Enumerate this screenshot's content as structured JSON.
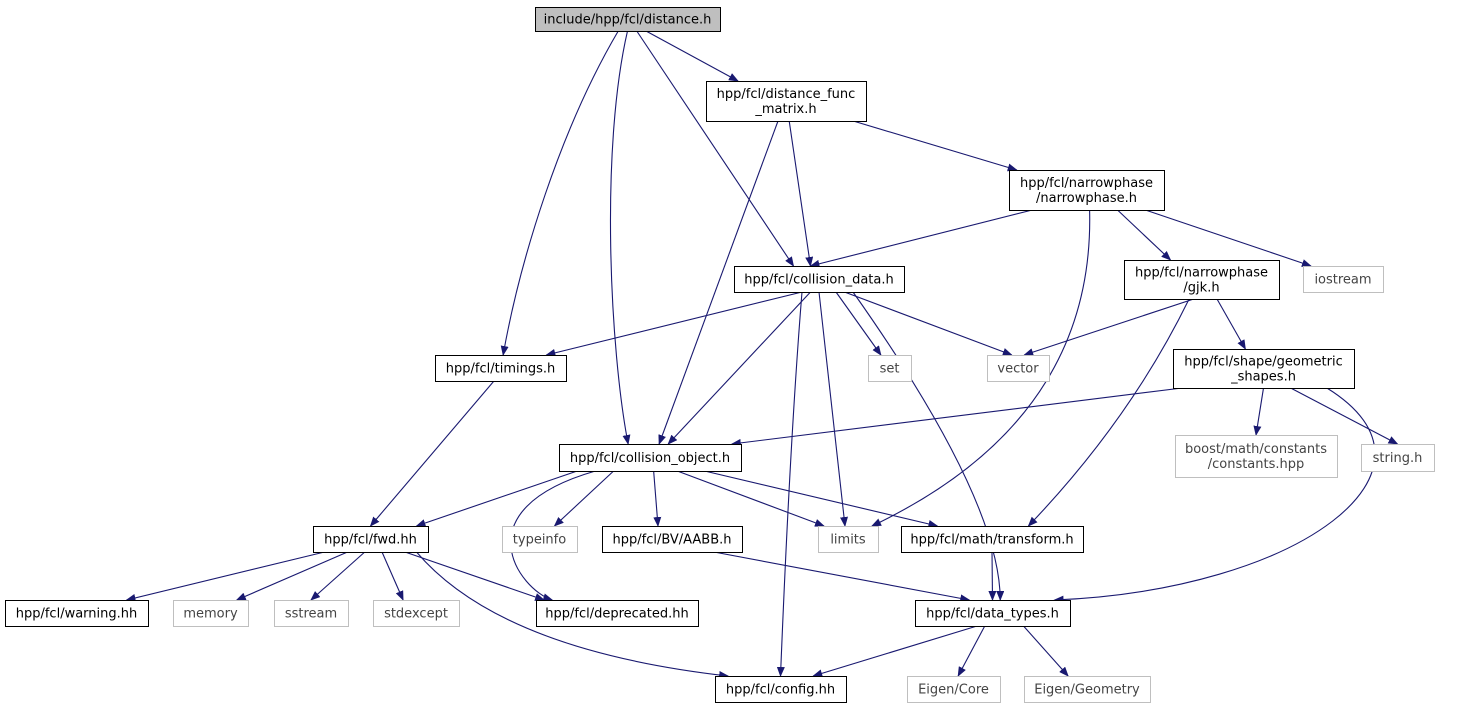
{
  "colors": {
    "edge": "#191970",
    "root_fill": "#bfbfbf",
    "root_stroke": "#000000",
    "node_fill": "#ffffff",
    "node_stroke": "#000000",
    "ext_stroke": "#bfbfbf"
  },
  "nodes": [
    {
      "id": "distance",
      "lines": [
        "include/hpp/fcl/distance.h"
      ],
      "kind": "root"
    },
    {
      "id": "distance_func_matrix",
      "lines": [
        "hpp/fcl/distance_func",
        "_matrix.h"
      ],
      "kind": "internal"
    },
    {
      "id": "narrowphase",
      "lines": [
        "hpp/fcl/narrowphase",
        "/narrowphase.h"
      ],
      "kind": "internal"
    },
    {
      "id": "collision_data",
      "lines": [
        "hpp/fcl/collision_data.h"
      ],
      "kind": "internal"
    },
    {
      "id": "gjk",
      "lines": [
        "hpp/fcl/narrowphase",
        "/gjk.h"
      ],
      "kind": "internal"
    },
    {
      "id": "iostream",
      "lines": [
        "iostream"
      ],
      "kind": "external"
    },
    {
      "id": "timings",
      "lines": [
        "hpp/fcl/timings.h"
      ],
      "kind": "internal"
    },
    {
      "id": "set",
      "lines": [
        "set"
      ],
      "kind": "external"
    },
    {
      "id": "vector",
      "lines": [
        "vector"
      ],
      "kind": "external"
    },
    {
      "id": "geometric_shapes",
      "lines": [
        "hpp/fcl/shape/geometric",
        "_shapes.h"
      ],
      "kind": "internal"
    },
    {
      "id": "collision_object",
      "lines": [
        "hpp/fcl/collision_object.h"
      ],
      "kind": "internal"
    },
    {
      "id": "boost_constants",
      "lines": [
        "boost/math/constants",
        "/constants.hpp"
      ],
      "kind": "external"
    },
    {
      "id": "string_h",
      "lines": [
        "string.h"
      ],
      "kind": "external"
    },
    {
      "id": "fwd",
      "lines": [
        "hpp/fcl/fwd.hh"
      ],
      "kind": "internal"
    },
    {
      "id": "typeinfo",
      "lines": [
        "typeinfo"
      ],
      "kind": "external"
    },
    {
      "id": "aabb",
      "lines": [
        "hpp/fcl/BV/AABB.h"
      ],
      "kind": "internal"
    },
    {
      "id": "limits",
      "lines": [
        "limits"
      ],
      "kind": "external"
    },
    {
      "id": "transform",
      "lines": [
        "hpp/fcl/math/transform.h"
      ],
      "kind": "internal"
    },
    {
      "id": "warning",
      "lines": [
        "hpp/fcl/warning.hh"
      ],
      "kind": "internal"
    },
    {
      "id": "memory",
      "lines": [
        "memory"
      ],
      "kind": "external"
    },
    {
      "id": "sstream",
      "lines": [
        "sstream"
      ],
      "kind": "external"
    },
    {
      "id": "stdexcept",
      "lines": [
        "stdexcept"
      ],
      "kind": "external"
    },
    {
      "id": "deprecated",
      "lines": [
        "hpp/fcl/deprecated.hh"
      ],
      "kind": "internal"
    },
    {
      "id": "data_types",
      "lines": [
        "hpp/fcl/data_types.h"
      ],
      "kind": "internal"
    },
    {
      "id": "config",
      "lines": [
        "hpp/fcl/config.hh"
      ],
      "kind": "internal"
    },
    {
      "id": "eigen_core",
      "lines": [
        "Eigen/Core"
      ],
      "kind": "external"
    },
    {
      "id": "eigen_geometry",
      "lines": [
        "Eigen/Geometry"
      ],
      "kind": "external"
    }
  ],
  "edges": [
    {
      "from": "distance",
      "to": "distance_func_matrix"
    },
    {
      "from": "distance",
      "to": "collision_data"
    },
    {
      "from": "distance",
      "to": "timings"
    },
    {
      "from": "distance",
      "to": "collision_object"
    },
    {
      "from": "distance_func_matrix",
      "to": "narrowphase"
    },
    {
      "from": "distance_func_matrix",
      "to": "collision_data"
    },
    {
      "from": "distance_func_matrix",
      "to": "collision_object"
    },
    {
      "from": "narrowphase",
      "to": "collision_data"
    },
    {
      "from": "narrowphase",
      "to": "gjk"
    },
    {
      "from": "narrowphase",
      "to": "iostream"
    },
    {
      "from": "narrowphase",
      "to": "limits"
    },
    {
      "from": "collision_data",
      "to": "timings"
    },
    {
      "from": "collision_data",
      "to": "collision_object"
    },
    {
      "from": "collision_data",
      "to": "set"
    },
    {
      "from": "collision_data",
      "to": "vector"
    },
    {
      "from": "collision_data",
      "to": "limits"
    },
    {
      "from": "collision_data",
      "to": "config"
    },
    {
      "from": "collision_data",
      "to": "data_types"
    },
    {
      "from": "gjk",
      "to": "vector"
    },
    {
      "from": "gjk",
      "to": "geometric_shapes"
    },
    {
      "from": "gjk",
      "to": "transform"
    },
    {
      "from": "geometric_shapes",
      "to": "collision_object"
    },
    {
      "from": "geometric_shapes",
      "to": "boost_constants"
    },
    {
      "from": "geometric_shapes",
      "to": "string_h"
    },
    {
      "from": "geometric_shapes",
      "to": "data_types"
    },
    {
      "from": "timings",
      "to": "fwd"
    },
    {
      "from": "collision_object",
      "to": "fwd"
    },
    {
      "from": "collision_object",
      "to": "deprecated"
    },
    {
      "from": "collision_object",
      "to": "typeinfo"
    },
    {
      "from": "collision_object",
      "to": "aabb"
    },
    {
      "from": "collision_object",
      "to": "limits"
    },
    {
      "from": "collision_object",
      "to": "transform"
    },
    {
      "from": "fwd",
      "to": "warning"
    },
    {
      "from": "fwd",
      "to": "memory"
    },
    {
      "from": "fwd",
      "to": "sstream"
    },
    {
      "from": "fwd",
      "to": "stdexcept"
    },
    {
      "from": "fwd",
      "to": "deprecated"
    },
    {
      "from": "fwd",
      "to": "config"
    },
    {
      "from": "aabb",
      "to": "data_types"
    },
    {
      "from": "transform",
      "to": "data_types"
    },
    {
      "from": "data_types",
      "to": "config"
    },
    {
      "from": "data_types",
      "to": "eigen_core"
    },
    {
      "from": "data_types",
      "to": "eigen_geometry"
    }
  ]
}
